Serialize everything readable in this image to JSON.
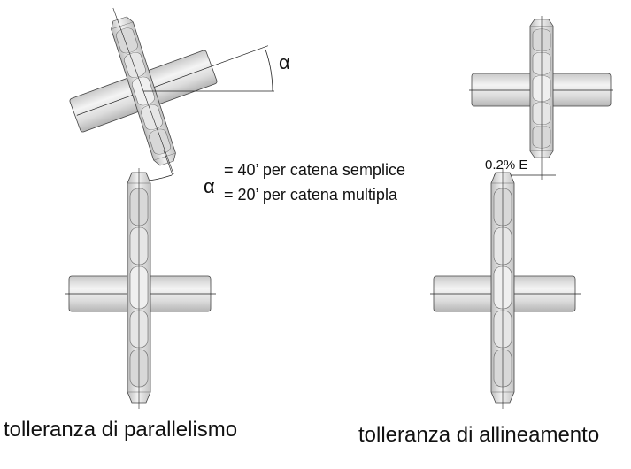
{
  "angle_symbol": "α",
  "tolerance_note": {
    "symbol": "α",
    "line1": "= 40’ per catena semplice",
    "line2": "= 20’ per catena multipla"
  },
  "offset_label": "0.2% E",
  "captions": {
    "parallel": "tolleranza di parallelismo",
    "alignment": "tolleranza di allineamento"
  }
}
